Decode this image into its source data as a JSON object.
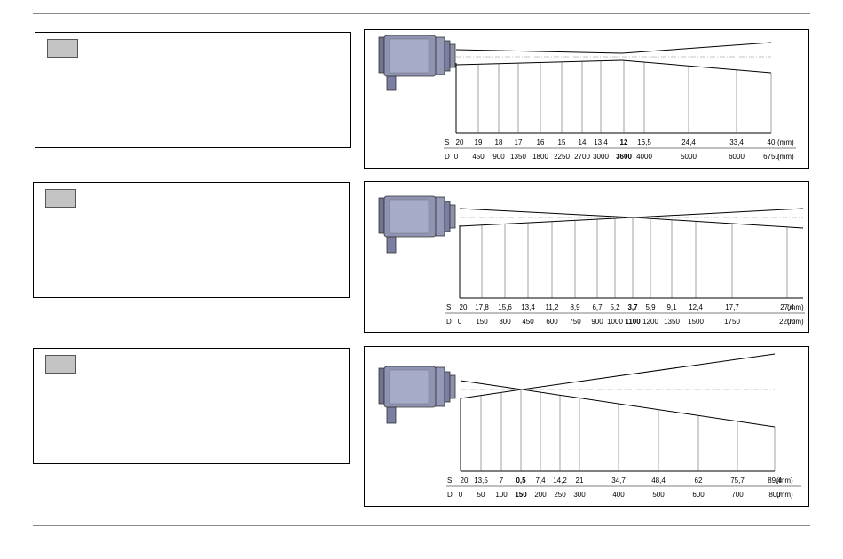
{
  "diagrams": [
    {
      "s_prefix": "S",
      "d_prefix": "D",
      "s_labels": [
        "20",
        "19",
        "18",
        "17",
        "16",
        "15",
        "14",
        "13,4",
        "12",
        "16,5",
        "24,4",
        "33,4",
        "40"
      ],
      "d_labels": [
        "0",
        "450",
        "900",
        "1350",
        "1800",
        "2250",
        "2700",
        "3000",
        "3600",
        "4000",
        "5000",
        "6000",
        "6750"
      ],
      "s_unit": "(mm)",
      "d_unit": "(mm)",
      "focus_index": 8,
      "beam_upper": [
        20,
        19,
        18,
        17,
        16,
        15,
        14,
        13.4,
        12,
        16.5,
        24.4,
        33.4,
        40
      ],
      "beam_lower": [
        20,
        19,
        18,
        17,
        16,
        15,
        14,
        13.4,
        12,
        16.5,
        24.4,
        33.4,
        40
      ]
    },
    {
      "s_prefix": "S",
      "d_prefix": "D",
      "s_labels": [
        "20",
        "17,8",
        "15,6",
        "13,4",
        "11,2",
        "8,9",
        "6,7",
        "5,2",
        "3,7",
        "5,9",
        "9,1",
        "12,4",
        "17,7",
        "27,4"
      ],
      "d_labels": [
        "0",
        "150",
        "300",
        "450",
        "600",
        "750",
        "900",
        "1000",
        "1100",
        "1200",
        "1350",
        "1500",
        "1750",
        "2200"
      ],
      "s_unit": "(mm)",
      "d_unit": "(mm)",
      "focus_index": 8
    },
    {
      "s_prefix": "S",
      "d_prefix": "D",
      "s_labels": [
        "20",
        "13,5",
        "7",
        "0,5",
        "7,4",
        "14,2",
        "21",
        "34,7",
        "48,4",
        "62",
        "75,7",
        "89,4"
      ],
      "d_labels": [
        "0",
        "50",
        "100",
        "150",
        "200",
        "250",
        "300",
        "400",
        "500",
        "600",
        "700",
        "800"
      ],
      "s_unit": "(mm)",
      "d_unit": "(mm)",
      "focus_index": 3
    }
  ]
}
